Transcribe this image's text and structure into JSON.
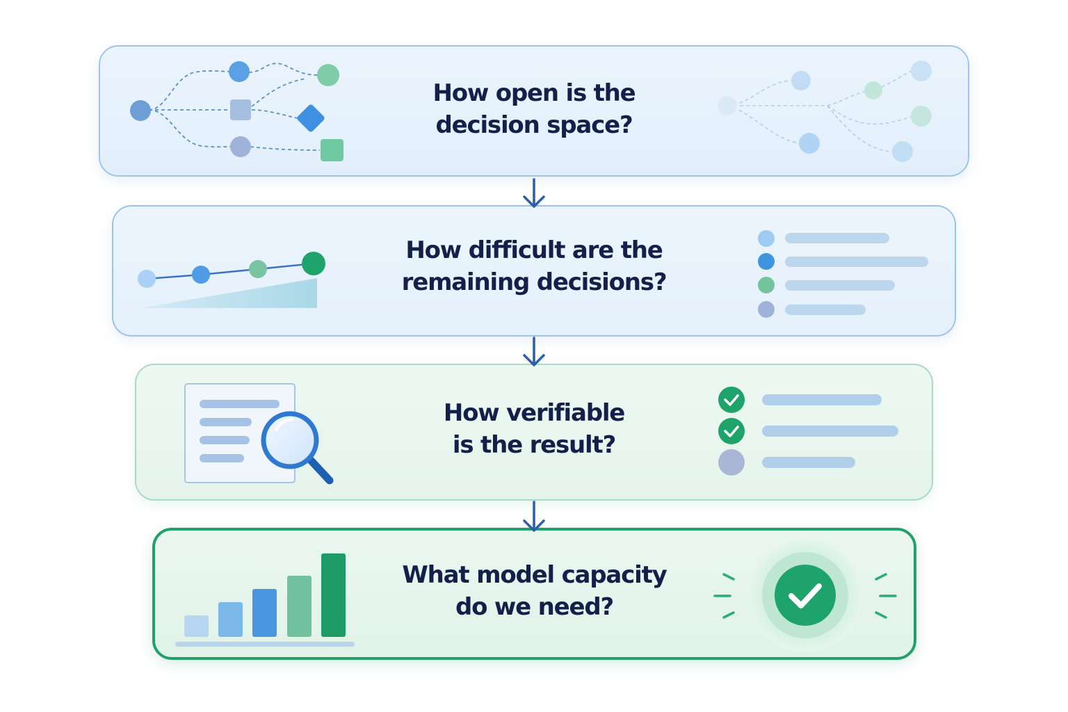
{
  "questions": [
    {
      "line1": "How open is the",
      "line2": "decision space?"
    },
    {
      "line1": "How difficult are the",
      "line2": "remaining decisions?"
    },
    {
      "line1": "How verifiable",
      "line2": "is the result?"
    },
    {
      "line1": "What model capacity",
      "line2": "do we need?"
    }
  ],
  "icons": {
    "card1_left": "decision-tree-icon",
    "card1_right": "faded-decision-tree-icon",
    "card2_left": "rising-difficulty-icon",
    "card2_right": "bullet-list-icon",
    "card3_left": "document-magnifier-icon",
    "card3_right": "checklist-icon",
    "card4_left": "bar-chart-icon",
    "card4_right": "check-badge-icon",
    "arrow": "arrow-down-icon"
  },
  "colors": {
    "heading_text": "#14204a",
    "blue_accent": "#3b8fe0",
    "green_accent": "#1ea36b",
    "arrow": "#2c5fa8"
  }
}
